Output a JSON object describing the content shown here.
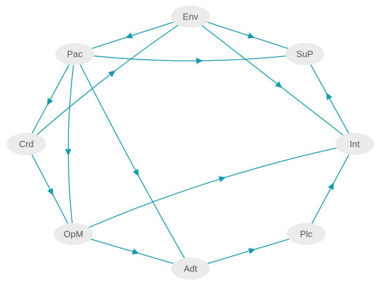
{
  "colors": {
    "node_fill": "#ebebeb",
    "edge": "#1a9aab",
    "label": "#555555"
  },
  "nodes": [
    {
      "id": "Env",
      "label": "Env"
    },
    {
      "id": "Pac",
      "label": "Pac"
    },
    {
      "id": "SuP",
      "label": "SuP"
    },
    {
      "id": "Crd",
      "label": "Crd"
    },
    {
      "id": "Int",
      "label": "Int"
    },
    {
      "id": "OpM",
      "label": "OpM"
    },
    {
      "id": "Plc",
      "label": "Plc"
    },
    {
      "id": "Adt",
      "label": "Adt"
    }
  ],
  "edges": [
    {
      "from": "Env",
      "to": "Pac"
    },
    {
      "from": "Env",
      "to": "SuP"
    },
    {
      "from": "Env",
      "to": "Int"
    },
    {
      "from": "Crd",
      "to": "Env"
    },
    {
      "from": "Pac",
      "to": "SuP"
    },
    {
      "from": "Pac",
      "to": "Crd"
    },
    {
      "from": "Pac",
      "to": "OpM"
    },
    {
      "from": "Pac",
      "to": "Adt"
    },
    {
      "from": "Int",
      "to": "SuP"
    },
    {
      "from": "Crd",
      "to": "OpM"
    },
    {
      "from": "OpM",
      "to": "Int"
    },
    {
      "from": "OpM",
      "to": "Adt"
    },
    {
      "from": "Adt",
      "to": "Plc"
    },
    {
      "from": "Plc",
      "to": "Int"
    }
  ]
}
